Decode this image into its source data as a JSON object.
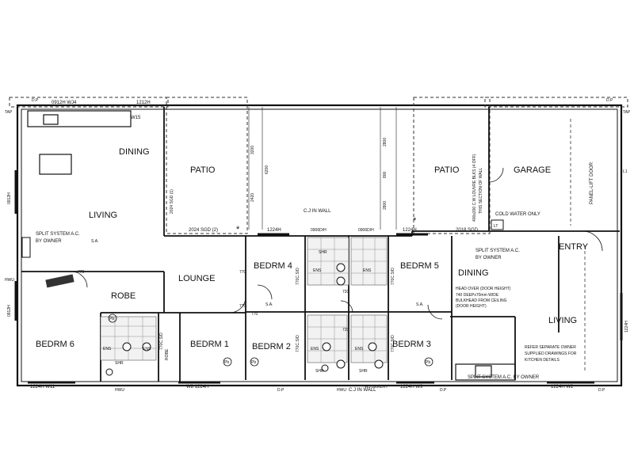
{
  "rooms": {
    "dining_left": "DINING",
    "living_left": "LIVING",
    "patio_left": "PATIO",
    "patio_right": "PATIO",
    "garage": "GARAGE",
    "lounge": "LOUNGE",
    "robe": "ROBE",
    "bedrm6": "BEDRM 6",
    "bedrm1": "BEDRM 1",
    "bedrm2": "BEDRM 2",
    "bedrm3": "BEDRM 3",
    "bedrm4": "BEDRM 4",
    "bedrm5": "BEDRM 5",
    "dining_right": "DINING",
    "living_right": "LIVING",
    "entry": "ENTRY"
  },
  "notes": {
    "split_left_1": "SPLIT SYSTEM A.C.",
    "split_left_2": "BY OWNER",
    "split_right_1": "SPLIT SYSTEM A.C.",
    "split_right_2": "BY OWNER",
    "split_bottom": "SPLIT SYSTEM A.C. BY OWNER",
    "cj_wall_top": "C.J IN WALL",
    "cj_wall_bottom": "C.J IN WALL",
    "cold_water": "COLD WATER ONLY",
    "panel_lift": "PANEL-LIFT DOOR",
    "louvre_1": "400x200 C.W LOUVRE BLKS (4 OFF)",
    "louvre_2": "THIS SECTION OF WALL",
    "head_over": "HEAD OVER (DOOR HEIGHT)",
    "bulkhead_1": "740 DEEPx70mm WIDE",
    "bulkhead_2": "BULKHEAD FROM CEILING",
    "bulkhead_3": "(DOOR HEIGHT)",
    "refer_1": "REFER SEPARATE OWNER",
    "refer_2": "SUPPLIED DRAWINGS FOR",
    "refer_3": "KITCHEN DETAILS",
    "sa_left": "S.A.",
    "sa_mid1": "S.A.",
    "sa_mid2": "S.A.",
    "robe_small": "ROBE",
    "lt": "LT"
  },
  "dims": {
    "tap_top": "TAP",
    "dp_tl": "D.P",
    "w_0912h_wj4": "0912H WJ4",
    "w_1212h": "1212H",
    "w_w15": "W15",
    "w_0912h_left1": "0912H",
    "w_0912h_left2": "0912H",
    "hwu_left": "HWU",
    "w_2024_sgd_v": "2024 SGD (1)",
    "w_2024_sgd_2": "2024 SGD (2)",
    "w_1224h_a": "1224H",
    "w_0906dh": "0906D/H",
    "w_0906dh_b": "0906D/H",
    "w_1224h_b": "1224H",
    "w_2018_sgd": "2018 SGD",
    "dp_tr": "D.P",
    "tap_tr": "TAP",
    "d3200": "3200",
    "d2420": "2420",
    "d6200": "6200",
    "d2800": "2800",
    "d800": "800",
    "d2800b": "2800",
    "d770_1": "770",
    "d770_2": "770",
    "d770_3": "770",
    "d770_4": "770",
    "d770csd_1": "770C.S/D",
    "d770csd_2": "770C.S/D",
    "d770csd_3": "770C.S/D",
    "d770csd_4": "770C.S/D",
    "d770csd_5": "770C.S/D",
    "d720_1": "720",
    "d720_2": "720",
    "ens1": "ENS",
    "ens2": "ENS",
    "ens3": "ENS",
    "ens4": "ENS",
    "ens5": "ENS",
    "ens6": "ENS",
    "shr1": "SHR",
    "shr2": "SHR",
    "shr3": "SHR",
    "shr4": "SHR",
    "b_1224h_w11": "1224H W11",
    "b_hwu1": "HWU",
    "b_1224h_w8": "W8 1224H",
    "b_hwu2": "HWU",
    "b_1224h_w9": "1224H W9",
    "b_0906_w3": "W3 0906D/H",
    "b_dp1": "D.P",
    "b_dp2": "D.P",
    "b_dp3": "D.P",
    "b_1224h_w2": "1224H W2",
    "r_1224h": "1224H",
    "l1": "L1",
    "pb1": "Pb",
    "pb2": "Pb",
    "pb3": "Pb",
    "pb4": "Pb"
  }
}
